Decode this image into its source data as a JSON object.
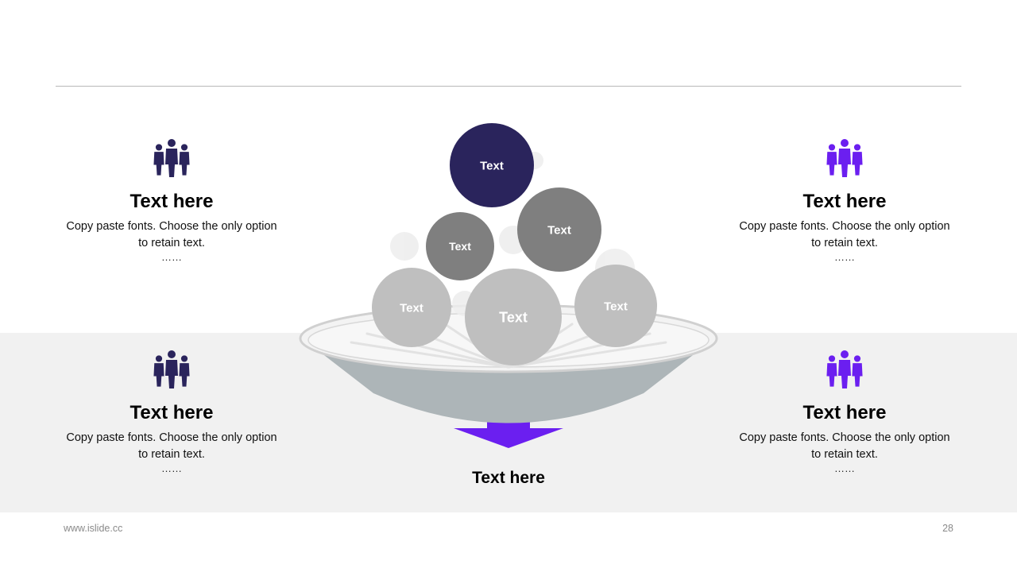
{
  "blocks": [
    {
      "title": "Text here",
      "body": "Copy paste fonts. Choose the only option to retain text.",
      "dots": "……",
      "icon": "team-icon",
      "color": "#2a245c"
    },
    {
      "title": "Text here",
      "body": "Copy paste fonts. Choose the only option to retain text.",
      "dots": "……",
      "icon": "team-icon",
      "color": "#6b1ff0"
    },
    {
      "title": "Text here",
      "body": "Copy paste fonts. Choose the only option to retain text.",
      "dots": "……",
      "icon": "team-icon",
      "color": "#2a245c"
    },
    {
      "title": "Text here",
      "body": "Copy paste fonts. Choose the only option to retain text.",
      "dots": "……",
      "icon": "team-icon",
      "color": "#6b1ff0"
    }
  ],
  "funnel": {
    "balls": [
      {
        "label": "Text",
        "color": "#2a245c"
      },
      {
        "label": "Text",
        "color": "#7f7f7f"
      },
      {
        "label": "Text",
        "color": "#7f7f7f"
      },
      {
        "label": "Text",
        "color": "#bfbfbf"
      },
      {
        "label": "Text",
        "color": "#bfbfbf"
      },
      {
        "label": "Text",
        "color": "#bfbfbf"
      }
    ],
    "bowl_color": "#adb5b8",
    "arrow_color": "#6b1ff0",
    "output_label": "Text here"
  },
  "footer": {
    "url": "www.islide.cc",
    "page": "28"
  }
}
